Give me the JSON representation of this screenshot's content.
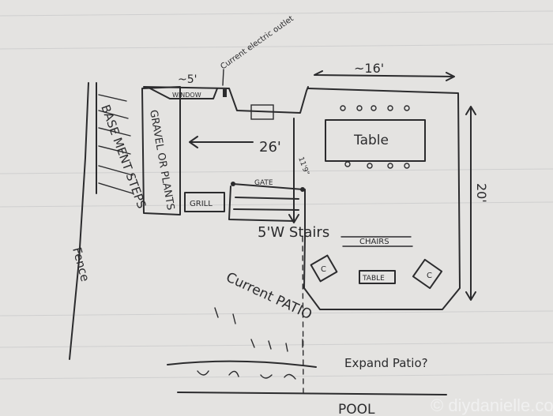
{
  "sketch": {
    "labels": {
      "window_width": "~5'",
      "outlet": "Current electric outlet",
      "window": "WINDOW",
      "deck_width": "~16'",
      "table": "Table",
      "length_26": "26'",
      "stair_dim": "11'9\"",
      "gate": "GATE",
      "grill": "GRILL",
      "gravel": "GRAVEL OR PLANTS",
      "basement_steps": "BASE MENT STEPS",
      "deck_depth": "20'",
      "stairs": "5'W Stairs",
      "chairs": "CHAIRS",
      "small_table": "TABLE",
      "chair_c": "C",
      "current_patio": "Current PATIO",
      "fence": "Fence",
      "expand_patio": "Expand Patio?",
      "pool": "POOL"
    },
    "watermark": "© diydanielle.com"
  },
  "colors": {
    "paper": "#e4e3e1",
    "ink": "#2b2b2d"
  }
}
